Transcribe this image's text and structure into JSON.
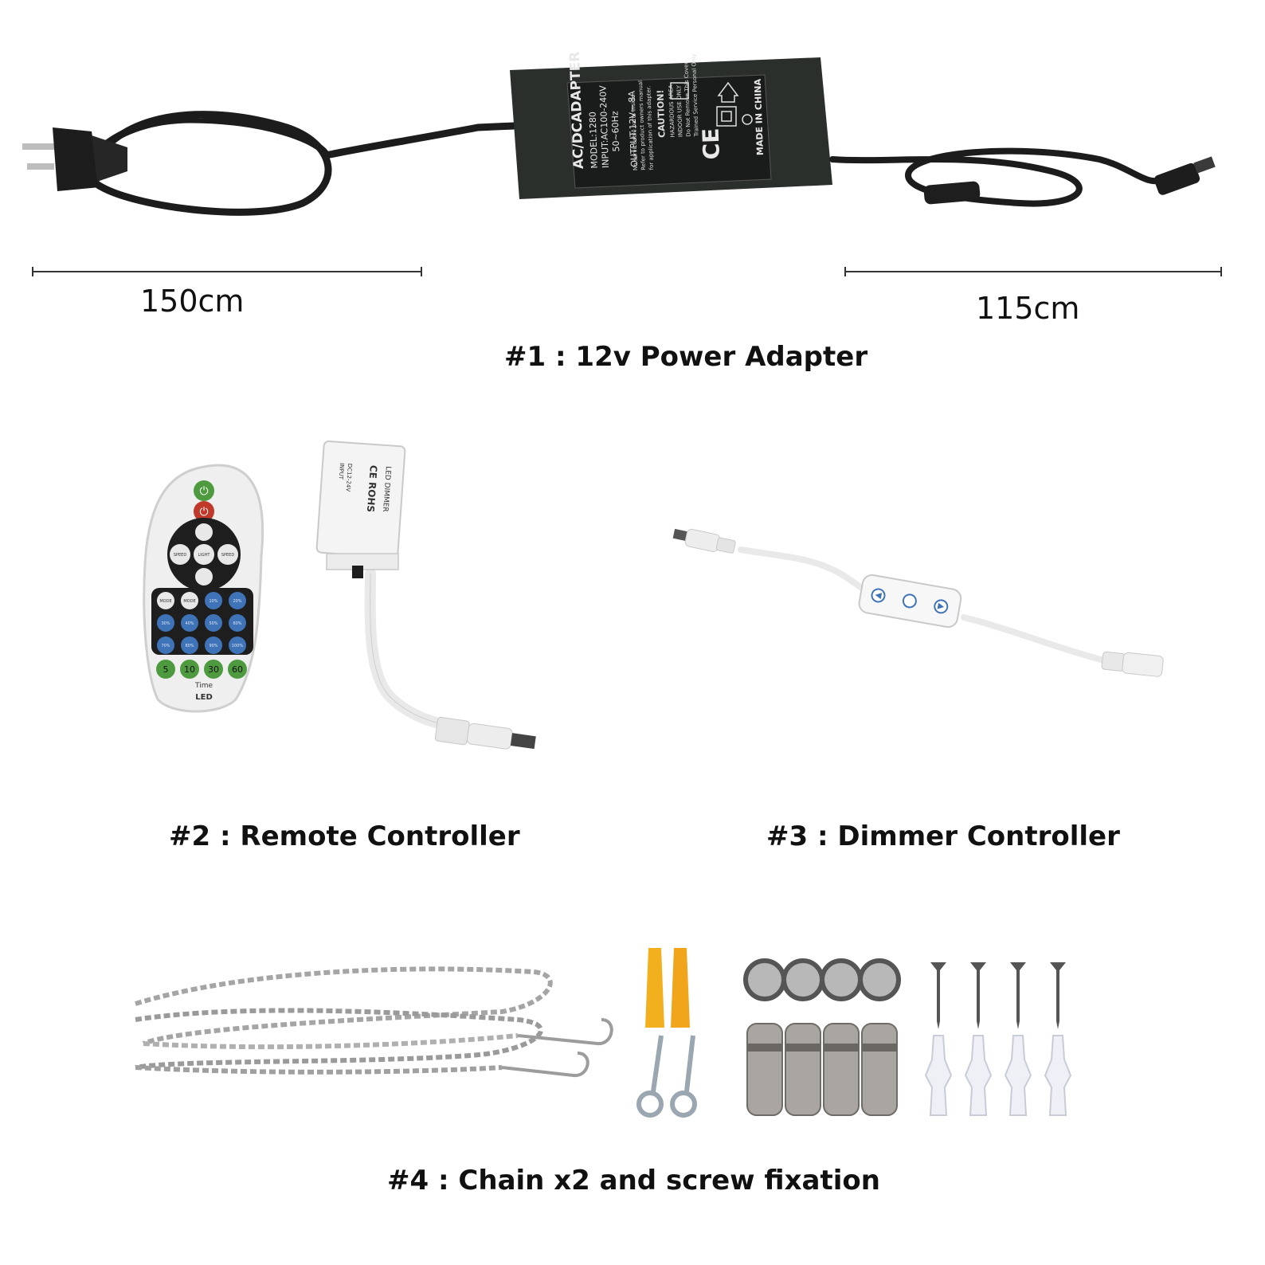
{
  "adapter": {
    "caption": "#1 : 12v Power Adapter",
    "left_cable_length": "150cm",
    "right_cable_length": "115cm",
    "label_lines": [
      "AC/DCADAPTER",
      "MODEL:1280",
      "INPUT:AC100-240V",
      "50~60Hz",
      "OUTPUT:12V⎓ 8A",
      "No serviceable parts inside.",
      "Refer to product owners manual",
      "for application of this adapter.",
      "CAUTION!",
      "HAZARDOUS AREA",
      "INDOOR USE ONLY",
      "Do Not Remove This Cover",
      "Trained Service Personal Only",
      "MADE IN CHINA"
    ],
    "ce_mark": "CE"
  },
  "remote": {
    "caption": "#2 : Remote Controller",
    "buttons": {
      "speed_minus": "SPEED",
      "light": "LIGHT",
      "speed_plus": "SPEED",
      "mode_minus": "MODE",
      "mode_plus": "MODE",
      "percent": [
        "10%",
        "20%",
        "30%",
        "40%",
        "50%",
        "60%",
        "70%",
        "80%",
        "90%",
        "100%"
      ],
      "timers": [
        "5",
        "10",
        "30",
        "60"
      ],
      "time_label": "Time",
      "brand": "LED"
    },
    "dimmer_module_label": [
      "LED DIMMER",
      "CE ROHS",
      "DC12-24V",
      "INPUT"
    ]
  },
  "dimmer": {
    "caption": "#3 : Dimmer Controller"
  },
  "hardware": {
    "caption": "#4 : Chain x2 and screw fixation"
  },
  "colors": {
    "adapter_body": "#2b2f2c",
    "remote_blue": "#3f73b8",
    "remote_green": "#4e9a3e",
    "anchor_yellow": "#f2b01e",
    "metal": "#b8b8b8"
  }
}
